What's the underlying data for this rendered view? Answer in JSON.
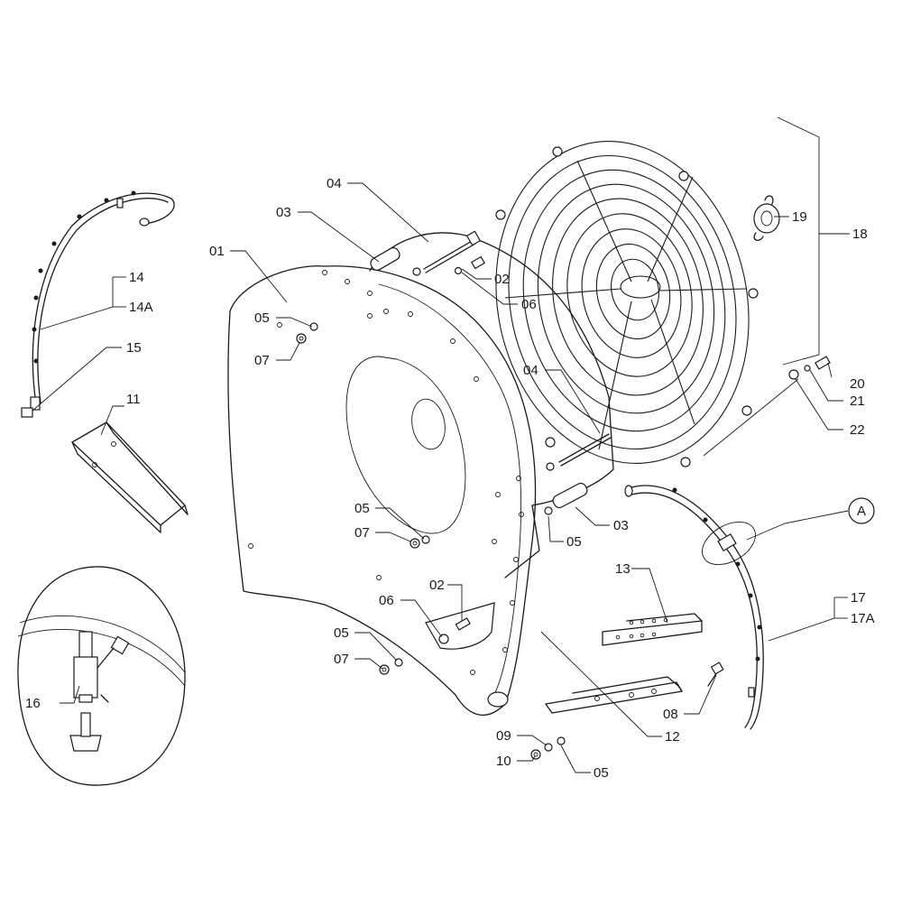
{
  "labels": {
    "l01": "01",
    "l02a": "02",
    "l02b": "02",
    "l03a": "03",
    "l03b": "03",
    "l04a": "04",
    "l04b": "04",
    "l05a": "05",
    "l05b": "05",
    "l05c": "05",
    "l05d": "05",
    "l05e": "05",
    "l06a": "06",
    "l06b": "06",
    "l07a": "07",
    "l07b": "07",
    "l07c": "07",
    "l08": "08",
    "l09": "09",
    "l10": "10",
    "l11": "11",
    "l12": "12",
    "l13": "13",
    "l14": "14",
    "l14A": "14A",
    "l15": "15",
    "l16": "16",
    "l17": "17",
    "l17A": "17A",
    "l18": "18",
    "l19": "19",
    "l20": "20",
    "l21": "21",
    "l22": "22",
    "detailA": "A"
  }
}
